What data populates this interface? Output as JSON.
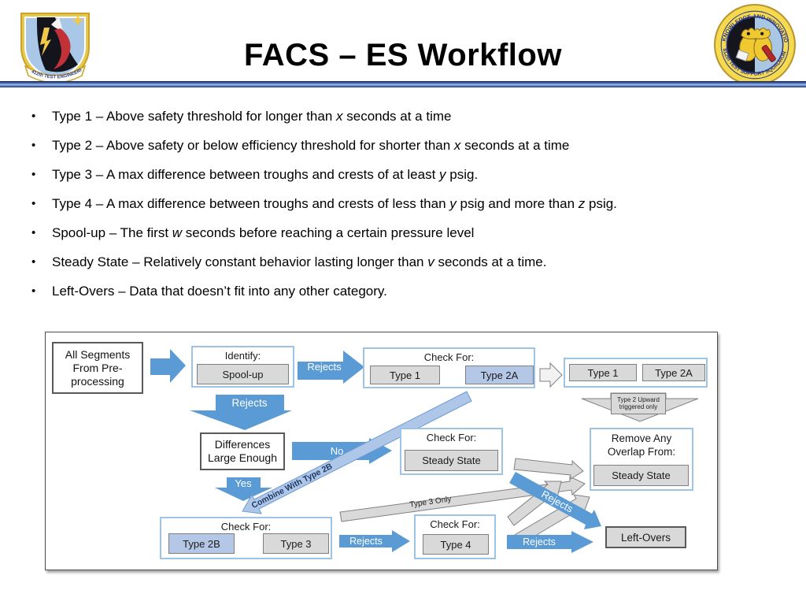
{
  "title": "FACS – ES Workflow",
  "bullet_char": "•",
  "logos": {
    "left_banner": "412th TEST ENGINEERING GROUP",
    "right_top": "KNOWLEDGE AND INNOVATION",
    "right_bottom": "812th TEST SUPPORT SQUADRON"
  },
  "bullets": [
    {
      "runs": [
        {
          "t": "Type 1 – Above safety threshold for longer than "
        },
        {
          "t": "x",
          "i": true
        },
        {
          "t": " seconds at a time"
        }
      ]
    },
    {
      "runs": [
        {
          "t": "Type 2 – Above safety or below efficiency threshold for shorter than "
        },
        {
          "t": "x",
          "i": true
        },
        {
          "t": " seconds at a time"
        }
      ]
    },
    {
      "runs": [
        {
          "t": "Type 3 – A max difference between troughs and crests of at least "
        },
        {
          "t": "y",
          "i": true
        },
        {
          "t": " psig."
        }
      ]
    },
    {
      "runs": [
        {
          "t": "Type 4 – A max difference between troughs and crests of less than "
        },
        {
          "t": "y",
          "i": true
        },
        {
          "t": " psig and more than "
        },
        {
          "t": "z",
          "i": true
        },
        {
          "t": " psig."
        }
      ]
    },
    {
      "runs": [
        {
          "t": "Spool-up – The first "
        },
        {
          "t": "w",
          "i": true
        },
        {
          "t": " seconds before reaching a certain pressure level"
        }
      ]
    },
    {
      "runs": [
        {
          "t": "Steady State – Relatively constant behavior lasting longer than "
        },
        {
          "t": "v",
          "i": true
        },
        {
          "t": " seconds at a time."
        }
      ]
    },
    {
      "runs": [
        {
          "t": "Left-Overs – Data that doesn’t fit into any other category."
        }
      ]
    }
  ],
  "diagram": {
    "all_segments": "All Segments\nFrom Pre-\nprocessing",
    "identify": "Identify:",
    "spool_up": "Spool-up",
    "check_for": "Check For:",
    "type1": "Type 1",
    "type2a": "Type 2A",
    "type2b": "Type 2B",
    "type3": "Type 3",
    "type4": "Type 4",
    "steady_state": "Steady State",
    "differences": "Differences\nLarge Enough",
    "remove_overlap": "Remove Any\nOverlap From:",
    "left_overs": "Left-Overs",
    "labels": {
      "rejects": "Rejects",
      "no": "No",
      "yes": "Yes",
      "combine": "Combine With Type 2B",
      "type3_only": "Type 3 Only",
      "type2_upward": "Type 2 Upward\ntriggered only"
    }
  },
  "colors": {
    "arrow_blue": "#5B9BD5",
    "arrow_light_blue": "#AEC7E8",
    "chip_gray": "#D9D9D9",
    "chip_blue": "#B4C7E7",
    "outline_blue": "#9DC3E6",
    "rule_blue": "#34549E"
  }
}
